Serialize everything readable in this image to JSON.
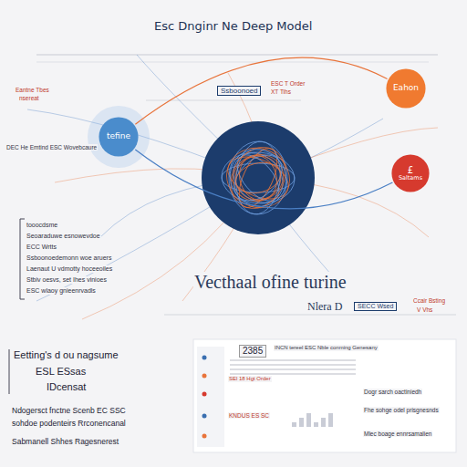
{
  "diagram": {
    "title": "Esc Dnginr Ne Deep Model",
    "nodes": [
      {
        "text": [
          "tefine"
        ]
      },
      {
        "text": [
          "Eahon"
        ]
      },
      {
        "text": [
          "£",
          "Saltams"
        ]
      }
    ],
    "edges": [
      {
        "from": 0,
        "to": 1,
        "arrow": "none"
      },
      {
        "from": 0,
        "to": 2,
        "arrow": "none"
      }
    ],
    "labels": [
      "Eantne Tbes",
      "nsereat",
      "Ssboonoed",
      "ESC T Order",
      "XT Tihs",
      "DEC He Emtind ESC Wovebcaure",
      "tooocdsme",
      "Seoaraduwe esnowevdoe",
      "ECC Wrtts",
      "Ssboonoedemonn woe aruers",
      "Laenaut U vdmotty hoceeoiles",
      "Stbiv oesvs, set Ihes vinioes",
      "ESC wlaoy gnieenrvadls",
      "Vecthaal ofine turine",
      "Nlera D",
      "SECC Wsed",
      "Ccair Bsting",
      "V Vhs",
      "Eetting's d ou nagsume",
      "ESL ESsas",
      "IDcensat",
      "Ndogersct fnctne Scenb EC SSC",
      "sohdoe podenteirs Rrconencanal",
      "Sabmanell Shhes Ragesnerest",
      "2385",
      "INCN tereel ESC Nble conming Genesany",
      "SEl 18 Hgt Order",
      "Dogr sarch oactiniedh",
      "KNDUS ES SC",
      "Fhe sohge odel prisgnesnds",
      "Mlec boage ennrsamalien"
    ]
  }
}
